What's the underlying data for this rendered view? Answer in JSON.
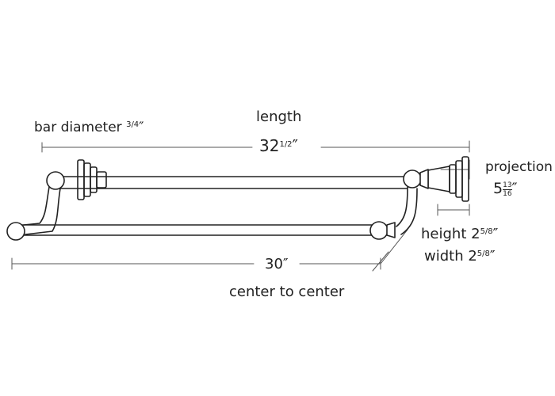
{
  "labels": {
    "length_title": "length",
    "length_whole": "32",
    "length_frac": "1/2",
    "inch": "″",
    "bar_diameter_text": "bar diameter ",
    "bar_diameter_frac": "3/4",
    "projection_title": "projection",
    "projection_whole": "5",
    "projection_num": "13",
    "projection_den": "16",
    "height_text": "height 2",
    "height_frac": "5/8",
    "width_text": "width 2",
    "width_frac": "5/8",
    "cc_value": "30″",
    "cc_caption": "center to center"
  },
  "colors": {
    "line": "#222222",
    "dim_line": "#555555",
    "background": "#ffffff"
  }
}
